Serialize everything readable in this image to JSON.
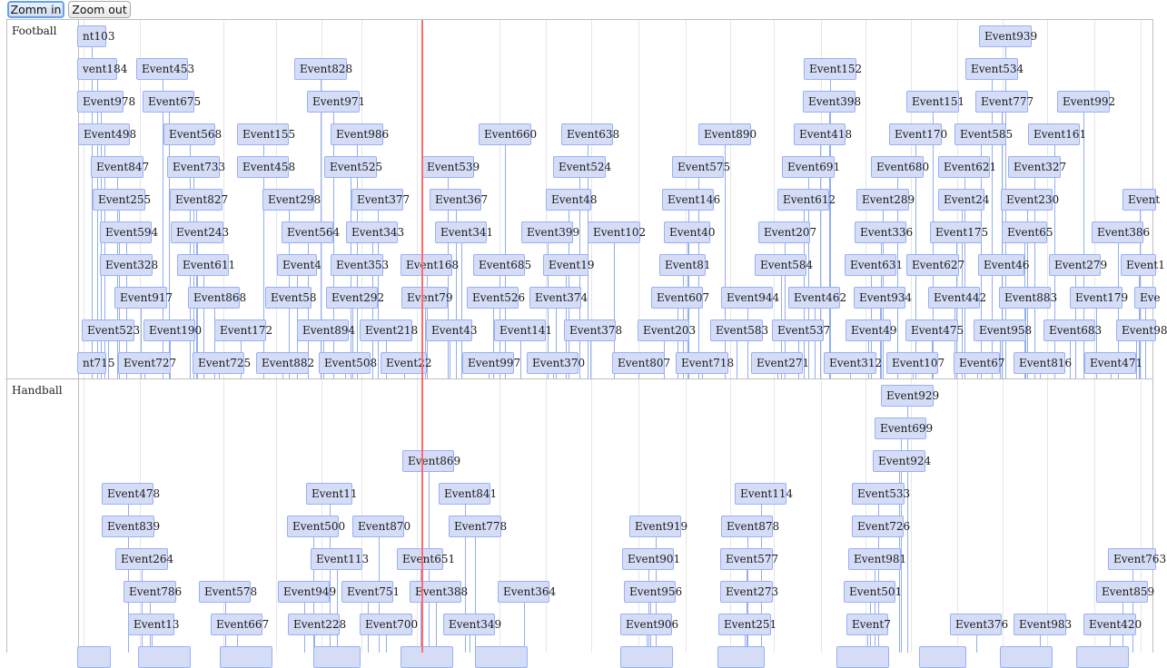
{
  "toolbar": {
    "zoom_in_label": "Zomm in",
    "zoom_out_label": "Zoom out"
  },
  "groups": [
    {
      "id": "football",
      "label": "Football"
    },
    {
      "id": "handball",
      "label": "Handball"
    }
  ],
  "items": [
    {
      "label": "nt103",
      "group": "football"
    },
    {
      "label": "Event939",
      "group": "football"
    },
    {
      "label": "vent184",
      "group": "football"
    },
    {
      "label": "Event453",
      "group": "football"
    },
    {
      "label": "Event828",
      "group": "football"
    },
    {
      "label": "Event152",
      "group": "football"
    },
    {
      "label": "Event534",
      "group": "football"
    },
    {
      "label": "Event978",
      "group": "football"
    },
    {
      "label": "Event675",
      "group": "football"
    },
    {
      "label": "Event971",
      "group": "football"
    },
    {
      "label": "Event398",
      "group": "football"
    },
    {
      "label": "Event151",
      "group": "football"
    },
    {
      "label": "Event777",
      "group": "football"
    },
    {
      "label": "Event992",
      "group": "football"
    },
    {
      "label": "Event498",
      "group": "football"
    },
    {
      "label": "Event568",
      "group": "football"
    },
    {
      "label": "Event155",
      "group": "football"
    },
    {
      "label": "Event986",
      "group": "football"
    },
    {
      "label": "Event660",
      "group": "football"
    },
    {
      "label": "Event638",
      "group": "football"
    },
    {
      "label": "Event890",
      "group": "football"
    },
    {
      "label": "Event418",
      "group": "football"
    },
    {
      "label": "Event170",
      "group": "football"
    },
    {
      "label": "Event585",
      "group": "football"
    },
    {
      "label": "Event161",
      "group": "football"
    },
    {
      "label": "Event847",
      "group": "football"
    },
    {
      "label": "Event733",
      "group": "football"
    },
    {
      "label": "Event458",
      "group": "football"
    },
    {
      "label": "Event525",
      "group": "football"
    },
    {
      "label": "Event539",
      "group": "football"
    },
    {
      "label": "Event524",
      "group": "football"
    },
    {
      "label": "Event575",
      "group": "football"
    },
    {
      "label": "Event691",
      "group": "football"
    },
    {
      "label": "Event680",
      "group": "football"
    },
    {
      "label": "Event621",
      "group": "football"
    },
    {
      "label": "Event327",
      "group": "football"
    },
    {
      "label": "Event255",
      "group": "football"
    },
    {
      "label": "Event827",
      "group": "football"
    },
    {
      "label": "Event298",
      "group": "football"
    },
    {
      "label": "Event377",
      "group": "football"
    },
    {
      "label": "Event367",
      "group": "football"
    },
    {
      "label": "Event48",
      "group": "football"
    },
    {
      "label": "Event146",
      "group": "football"
    },
    {
      "label": "Event612",
      "group": "football"
    },
    {
      "label": "Event289",
      "group": "football"
    },
    {
      "label": "Event24",
      "group": "football"
    },
    {
      "label": "Event230",
      "group": "football"
    },
    {
      "label": "Event",
      "group": "football"
    },
    {
      "label": "Event594",
      "group": "football"
    },
    {
      "label": "Event243",
      "group": "football"
    },
    {
      "label": "Event564",
      "group": "football"
    },
    {
      "label": "Event343",
      "group": "football"
    },
    {
      "label": "Event341",
      "group": "football"
    },
    {
      "label": "Event399",
      "group": "football"
    },
    {
      "label": "Event102",
      "group": "football"
    },
    {
      "label": "Event40",
      "group": "football"
    },
    {
      "label": "Event207",
      "group": "football"
    },
    {
      "label": "Event336",
      "group": "football"
    },
    {
      "label": "Event175",
      "group": "football"
    },
    {
      "label": "Event65",
      "group": "football"
    },
    {
      "label": "Event386",
      "group": "football"
    },
    {
      "label": "Event328",
      "group": "football"
    },
    {
      "label": "Event611",
      "group": "football"
    },
    {
      "label": "Event4",
      "group": "football"
    },
    {
      "label": "Event353",
      "group": "football"
    },
    {
      "label": "Event168",
      "group": "football"
    },
    {
      "label": "Event685",
      "group": "football"
    },
    {
      "label": "Event19",
      "group": "football"
    },
    {
      "label": "Event81",
      "group": "football"
    },
    {
      "label": "Event584",
      "group": "football"
    },
    {
      "label": "Event631",
      "group": "football"
    },
    {
      "label": "Event627",
      "group": "football"
    },
    {
      "label": "Event46",
      "group": "football"
    },
    {
      "label": "Event279",
      "group": "football"
    },
    {
      "label": "Event1",
      "group": "football"
    },
    {
      "label": "Event917",
      "group": "football"
    },
    {
      "label": "Event868",
      "group": "football"
    },
    {
      "label": "Event58",
      "group": "football"
    },
    {
      "label": "Event292",
      "group": "football"
    },
    {
      "label": "Event79",
      "group": "football"
    },
    {
      "label": "Event526",
      "group": "football"
    },
    {
      "label": "Event374",
      "group": "football"
    },
    {
      "label": "Event607",
      "group": "football"
    },
    {
      "label": "Event944",
      "group": "football"
    },
    {
      "label": "Event462",
      "group": "football"
    },
    {
      "label": "Event934",
      "group": "football"
    },
    {
      "label": "Event442",
      "group": "football"
    },
    {
      "label": "Event883",
      "group": "football"
    },
    {
      "label": "Event179",
      "group": "football"
    },
    {
      "label": "Eve",
      "group": "football"
    },
    {
      "label": "Event523",
      "group": "football"
    },
    {
      "label": "Event190",
      "group": "football"
    },
    {
      "label": "Event172",
      "group": "football"
    },
    {
      "label": "Event894",
      "group": "football"
    },
    {
      "label": "Event218",
      "group": "football"
    },
    {
      "label": "Event43",
      "group": "football"
    },
    {
      "label": "Event141",
      "group": "football"
    },
    {
      "label": "Event378",
      "group": "football"
    },
    {
      "label": "Event203",
      "group": "football"
    },
    {
      "label": "Event583",
      "group": "football"
    },
    {
      "label": "Event537",
      "group": "football"
    },
    {
      "label": "Event49",
      "group": "football"
    },
    {
      "label": "Event475",
      "group": "football"
    },
    {
      "label": "Event958",
      "group": "football"
    },
    {
      "label": "Event683",
      "group": "football"
    },
    {
      "label": "Event98",
      "group": "football"
    },
    {
      "label": "nt715",
      "group": "football"
    },
    {
      "label": "Event727",
      "group": "football"
    },
    {
      "label": "Event725",
      "group": "football"
    },
    {
      "label": "Event882",
      "group": "football"
    },
    {
      "label": "Event508",
      "group": "football"
    },
    {
      "label": "Event22",
      "group": "football"
    },
    {
      "label": "Event997",
      "group": "football"
    },
    {
      "label": "Event370",
      "group": "football"
    },
    {
      "label": "Event807",
      "group": "football"
    },
    {
      "label": "Event718",
      "group": "football"
    },
    {
      "label": "Event271",
      "group": "football"
    },
    {
      "label": "Event312",
      "group": "football"
    },
    {
      "label": "Event107",
      "group": "football"
    },
    {
      "label": "Event67",
      "group": "football"
    },
    {
      "label": "Event816",
      "group": "football"
    },
    {
      "label": "Event471",
      "group": "football"
    },
    {
      "label": "Event929",
      "group": "handball"
    },
    {
      "label": "Event699",
      "group": "handball"
    },
    {
      "label": "Event924",
      "group": "handball"
    },
    {
      "label": "Event869",
      "group": "handball"
    },
    {
      "label": "Event478",
      "group": "handball"
    },
    {
      "label": "Event11",
      "group": "handball"
    },
    {
      "label": "Event841",
      "group": "handball"
    },
    {
      "label": "Event114",
      "group": "handball"
    },
    {
      "label": "Event533",
      "group": "handball"
    },
    {
      "label": "Event839",
      "group": "handball"
    },
    {
      "label": "Event500",
      "group": "handball"
    },
    {
      "label": "Event870",
      "group": "handball"
    },
    {
      "label": "Event778",
      "group": "handball"
    },
    {
      "label": "Event919",
      "group": "handball"
    },
    {
      "label": "Event878",
      "group": "handball"
    },
    {
      "label": "Event726",
      "group": "handball"
    },
    {
      "label": "Event264",
      "group": "handball"
    },
    {
      "label": "Event113",
      "group": "handball"
    },
    {
      "label": "Event651",
      "group": "handball"
    },
    {
      "label": "Event901",
      "group": "handball"
    },
    {
      "label": "Event577",
      "group": "handball"
    },
    {
      "label": "Event981",
      "group": "handball"
    },
    {
      "label": "Event763",
      "group": "handball"
    },
    {
      "label": "Event786",
      "group": "handball"
    },
    {
      "label": "Event578",
      "group": "handball"
    },
    {
      "label": "Event949",
      "group": "handball"
    },
    {
      "label": "Event751",
      "group": "handball"
    },
    {
      "label": "Event388",
      "group": "handball"
    },
    {
      "label": "Event364",
      "group": "handball"
    },
    {
      "label": "Event956",
      "group": "handball"
    },
    {
      "label": "Event273",
      "group": "handball"
    },
    {
      "label": "Event501",
      "group": "handball"
    },
    {
      "label": "Event859",
      "group": "handball"
    },
    {
      "label": "Event13",
      "group": "handball"
    },
    {
      "label": "Event667",
      "group": "handball"
    },
    {
      "label": "Event228",
      "group": "handball"
    },
    {
      "label": "Event700",
      "group": "handball"
    },
    {
      "label": "Event349",
      "group": "handball"
    },
    {
      "label": "Event906",
      "group": "handball"
    },
    {
      "label": "Event251",
      "group": "handball"
    },
    {
      "label": "Event7",
      "group": "handball"
    },
    {
      "label": "Event376",
      "group": "handball"
    },
    {
      "label": "Event983",
      "group": "handball"
    },
    {
      "label": "Event420",
      "group": "handball"
    }
  ],
  "colors": {
    "item_bg": "#d5ddf6",
    "item_border": "#97b0f8",
    "current_time": "#ff6b6b"
  }
}
